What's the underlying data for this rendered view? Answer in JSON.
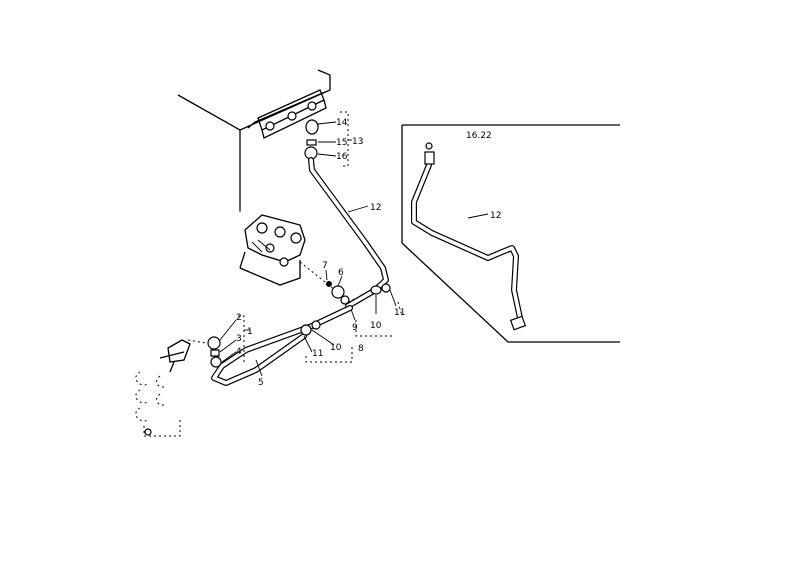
{
  "labels": {
    "l1": "1",
    "l2": "2",
    "l3": "3",
    "l4": "4",
    "l5": "5",
    "l6": "6",
    "l7": "7",
    "l8": "8",
    "l9": "9",
    "l10a": "10",
    "l10b": "10",
    "l11a": "11",
    "l11b": "11",
    "l12a": "12",
    "l12b": "12",
    "l13": "13",
    "l14": "14",
    "l15": "15",
    "l16": "16",
    "detail_ref": "16.22"
  }
}
